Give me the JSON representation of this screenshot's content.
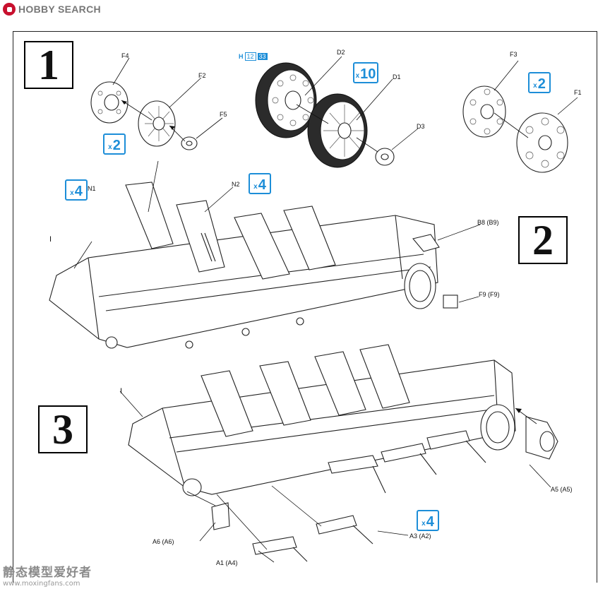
{
  "header": {
    "site_name": "HOBBY SEARCH"
  },
  "steps": {
    "step1": "1",
    "step2": "2",
    "step3": "3"
  },
  "paint_ref": {
    "prefix": "H",
    "code1": "12",
    "code2": "33"
  },
  "quantities": [
    {
      "id": "q-f",
      "x": "x",
      "n": "2"
    },
    {
      "id": "q-d",
      "x": "x",
      "n": "10"
    },
    {
      "id": "q-ff",
      "x": "x",
      "n": "2"
    },
    {
      "id": "q-n1",
      "x": "x",
      "n": "4"
    },
    {
      "id": "q-n2",
      "x": "x",
      "n": "4"
    },
    {
      "id": "q-a3",
      "x": "x",
      "n": "4"
    }
  ],
  "part_labels": {
    "f4": "F4",
    "f2": "F2",
    "f5": "F5",
    "d2": "D2",
    "d1": "D1",
    "d3": "D3",
    "f3": "F3",
    "f1": "F1",
    "n1": "N1",
    "n2": "N2",
    "hull_i_top": "I",
    "hull_i_bottom": "I",
    "b8": "B8 (B9)",
    "f9": "F9 (F9)",
    "a5": "A5 (A5)",
    "a6": "A6 (A6)",
    "a1": "A1 (A4)",
    "a3": "A3 (A2)"
  },
  "footer": {
    "watermark_cn": "静态模型爱好者",
    "watermark_url": "www.moxingfans.com"
  },
  "colors": {
    "accent_blue": "#1d8ed8",
    "logo_red": "#c8102e"
  }
}
